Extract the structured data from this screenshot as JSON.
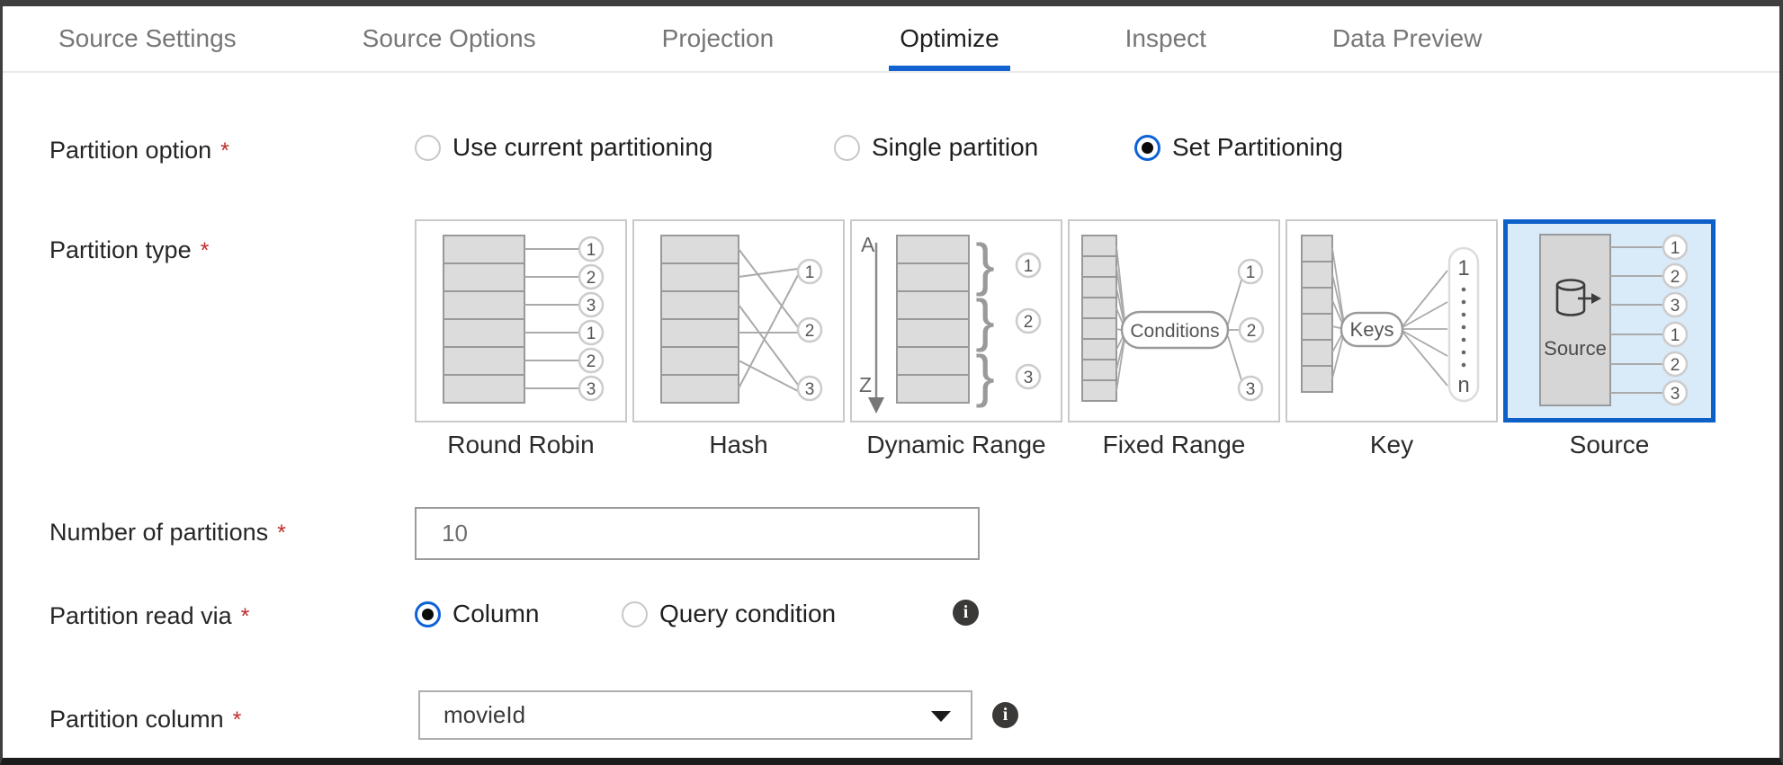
{
  "tabs": {
    "items": [
      {
        "label": "Source Settings",
        "active": false
      },
      {
        "label": "Source Options",
        "active": false
      },
      {
        "label": "Projection",
        "active": false
      },
      {
        "label": "Optimize",
        "active": true
      },
      {
        "label": "Inspect",
        "active": false
      },
      {
        "label": "Data Preview",
        "active": false
      }
    ]
  },
  "fields": {
    "partition_option": {
      "label": "Partition option",
      "required": "*",
      "options": [
        {
          "label": "Use current partitioning",
          "selected": false
        },
        {
          "label": "Single partition",
          "selected": false
        },
        {
          "label": "Set Partitioning",
          "selected": true
        }
      ]
    },
    "partition_type": {
      "label": "Partition type",
      "required": "*",
      "selected": "Source",
      "tiles": [
        {
          "label": "Round Robin",
          "outputs": [
            "1",
            "2",
            "3",
            "1",
            "2",
            "3"
          ]
        },
        {
          "label": "Hash",
          "outputs": [
            "1",
            "2",
            "3"
          ]
        },
        {
          "label": "Dynamic Range",
          "range_start": "A",
          "range_end": "Z",
          "outputs": [
            "1",
            "2",
            "3"
          ]
        },
        {
          "label": "Fixed Range",
          "pill": "Conditions",
          "outputs": [
            "1",
            "2",
            "3"
          ]
        },
        {
          "label": "Key",
          "pill": "Keys",
          "capsule_top": "1",
          "capsule_bottom": "n"
        },
        {
          "label": "Source",
          "box_label": "Source",
          "outputs": [
            "1",
            "2",
            "3",
            "1",
            "2",
            "3"
          ]
        }
      ]
    },
    "number_of_partitions": {
      "label": "Number of partitions",
      "required": "*",
      "value": "10"
    },
    "partition_read_via": {
      "label": "Partition read via",
      "required": "*",
      "options": [
        {
          "label": "Column",
          "selected": true
        },
        {
          "label": "Query condition",
          "selected": false
        }
      ]
    },
    "partition_column": {
      "label": "Partition column",
      "required": "*",
      "value": "movieId"
    }
  },
  "icons": {
    "info_glyph": "i"
  },
  "colors": {
    "accent_blue": "#1262d1",
    "selected_tile_border": "#0c60c8",
    "selected_tile_bg": "#d9eaf8",
    "required_red": "#c02b2b",
    "radio_selected_ring": "#0f62d6",
    "frame_border": "#3f3f3f"
  }
}
